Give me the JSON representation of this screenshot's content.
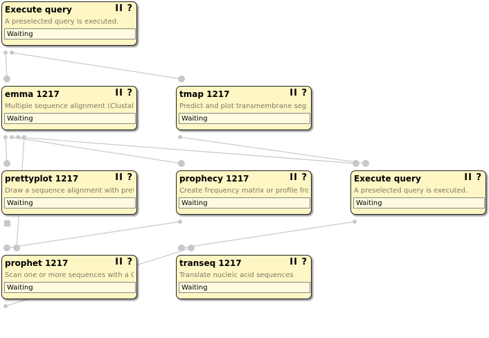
{
  "colors": {
    "node_fill": "#fef6c4",
    "node_border": "#222222",
    "edge": "#c8c8c8",
    "port": "#c8c8c8",
    "description_text": "#7a7a66"
  },
  "controls": {
    "pause": "II",
    "help": "?"
  },
  "nodes": [
    {
      "id": "execute-query-1",
      "title": "Execute query",
      "description": "A preselected query is executed.",
      "status": "Waiting"
    },
    {
      "id": "emma",
      "title": "emma 1217",
      "description": "Multiple sequence alignment (Clustal",
      "status": "Waiting"
    },
    {
      "id": "tmap",
      "title": "tmap 1217",
      "description": "Predict and plot transmembrane seg",
      "status": "Waiting"
    },
    {
      "id": "prettyplot",
      "title": "prettyplot 1217",
      "description": "Draw a sequence alignment with prett",
      "status": "Waiting"
    },
    {
      "id": "prophecy",
      "title": "prophecy 1217",
      "description": "Create frequency matrix or profile fro",
      "status": "Waiting"
    },
    {
      "id": "execute-query-2",
      "title": "Execute query",
      "description": "A preselected query is executed.",
      "status": "Waiting"
    },
    {
      "id": "prophet",
      "title": "prophet 1217",
      "description": "Scan one or more sequences with a Gri",
      "status": "Waiting"
    },
    {
      "id": "transeq",
      "title": "transeq 1217",
      "description": "Translate nucleic acid sequences",
      "status": "Waiting"
    }
  ],
  "edges": [
    {
      "from": "execute-query-1",
      "to": "emma"
    },
    {
      "from": "execute-query-1",
      "to": "tmap"
    },
    {
      "from": "emma",
      "to": "prettyplot"
    },
    {
      "from": "emma",
      "to": "prophecy"
    },
    {
      "from": "emma",
      "to": "execute-query-2"
    },
    {
      "from": "tmap",
      "to": "execute-query-2"
    },
    {
      "from": "prophecy",
      "to": "prophet"
    },
    {
      "from": "emma",
      "to": "prophet"
    },
    {
      "from": "execute-query-2",
      "to": "transeq"
    },
    {
      "from": "prophet",
      "to": "transeq"
    }
  ]
}
